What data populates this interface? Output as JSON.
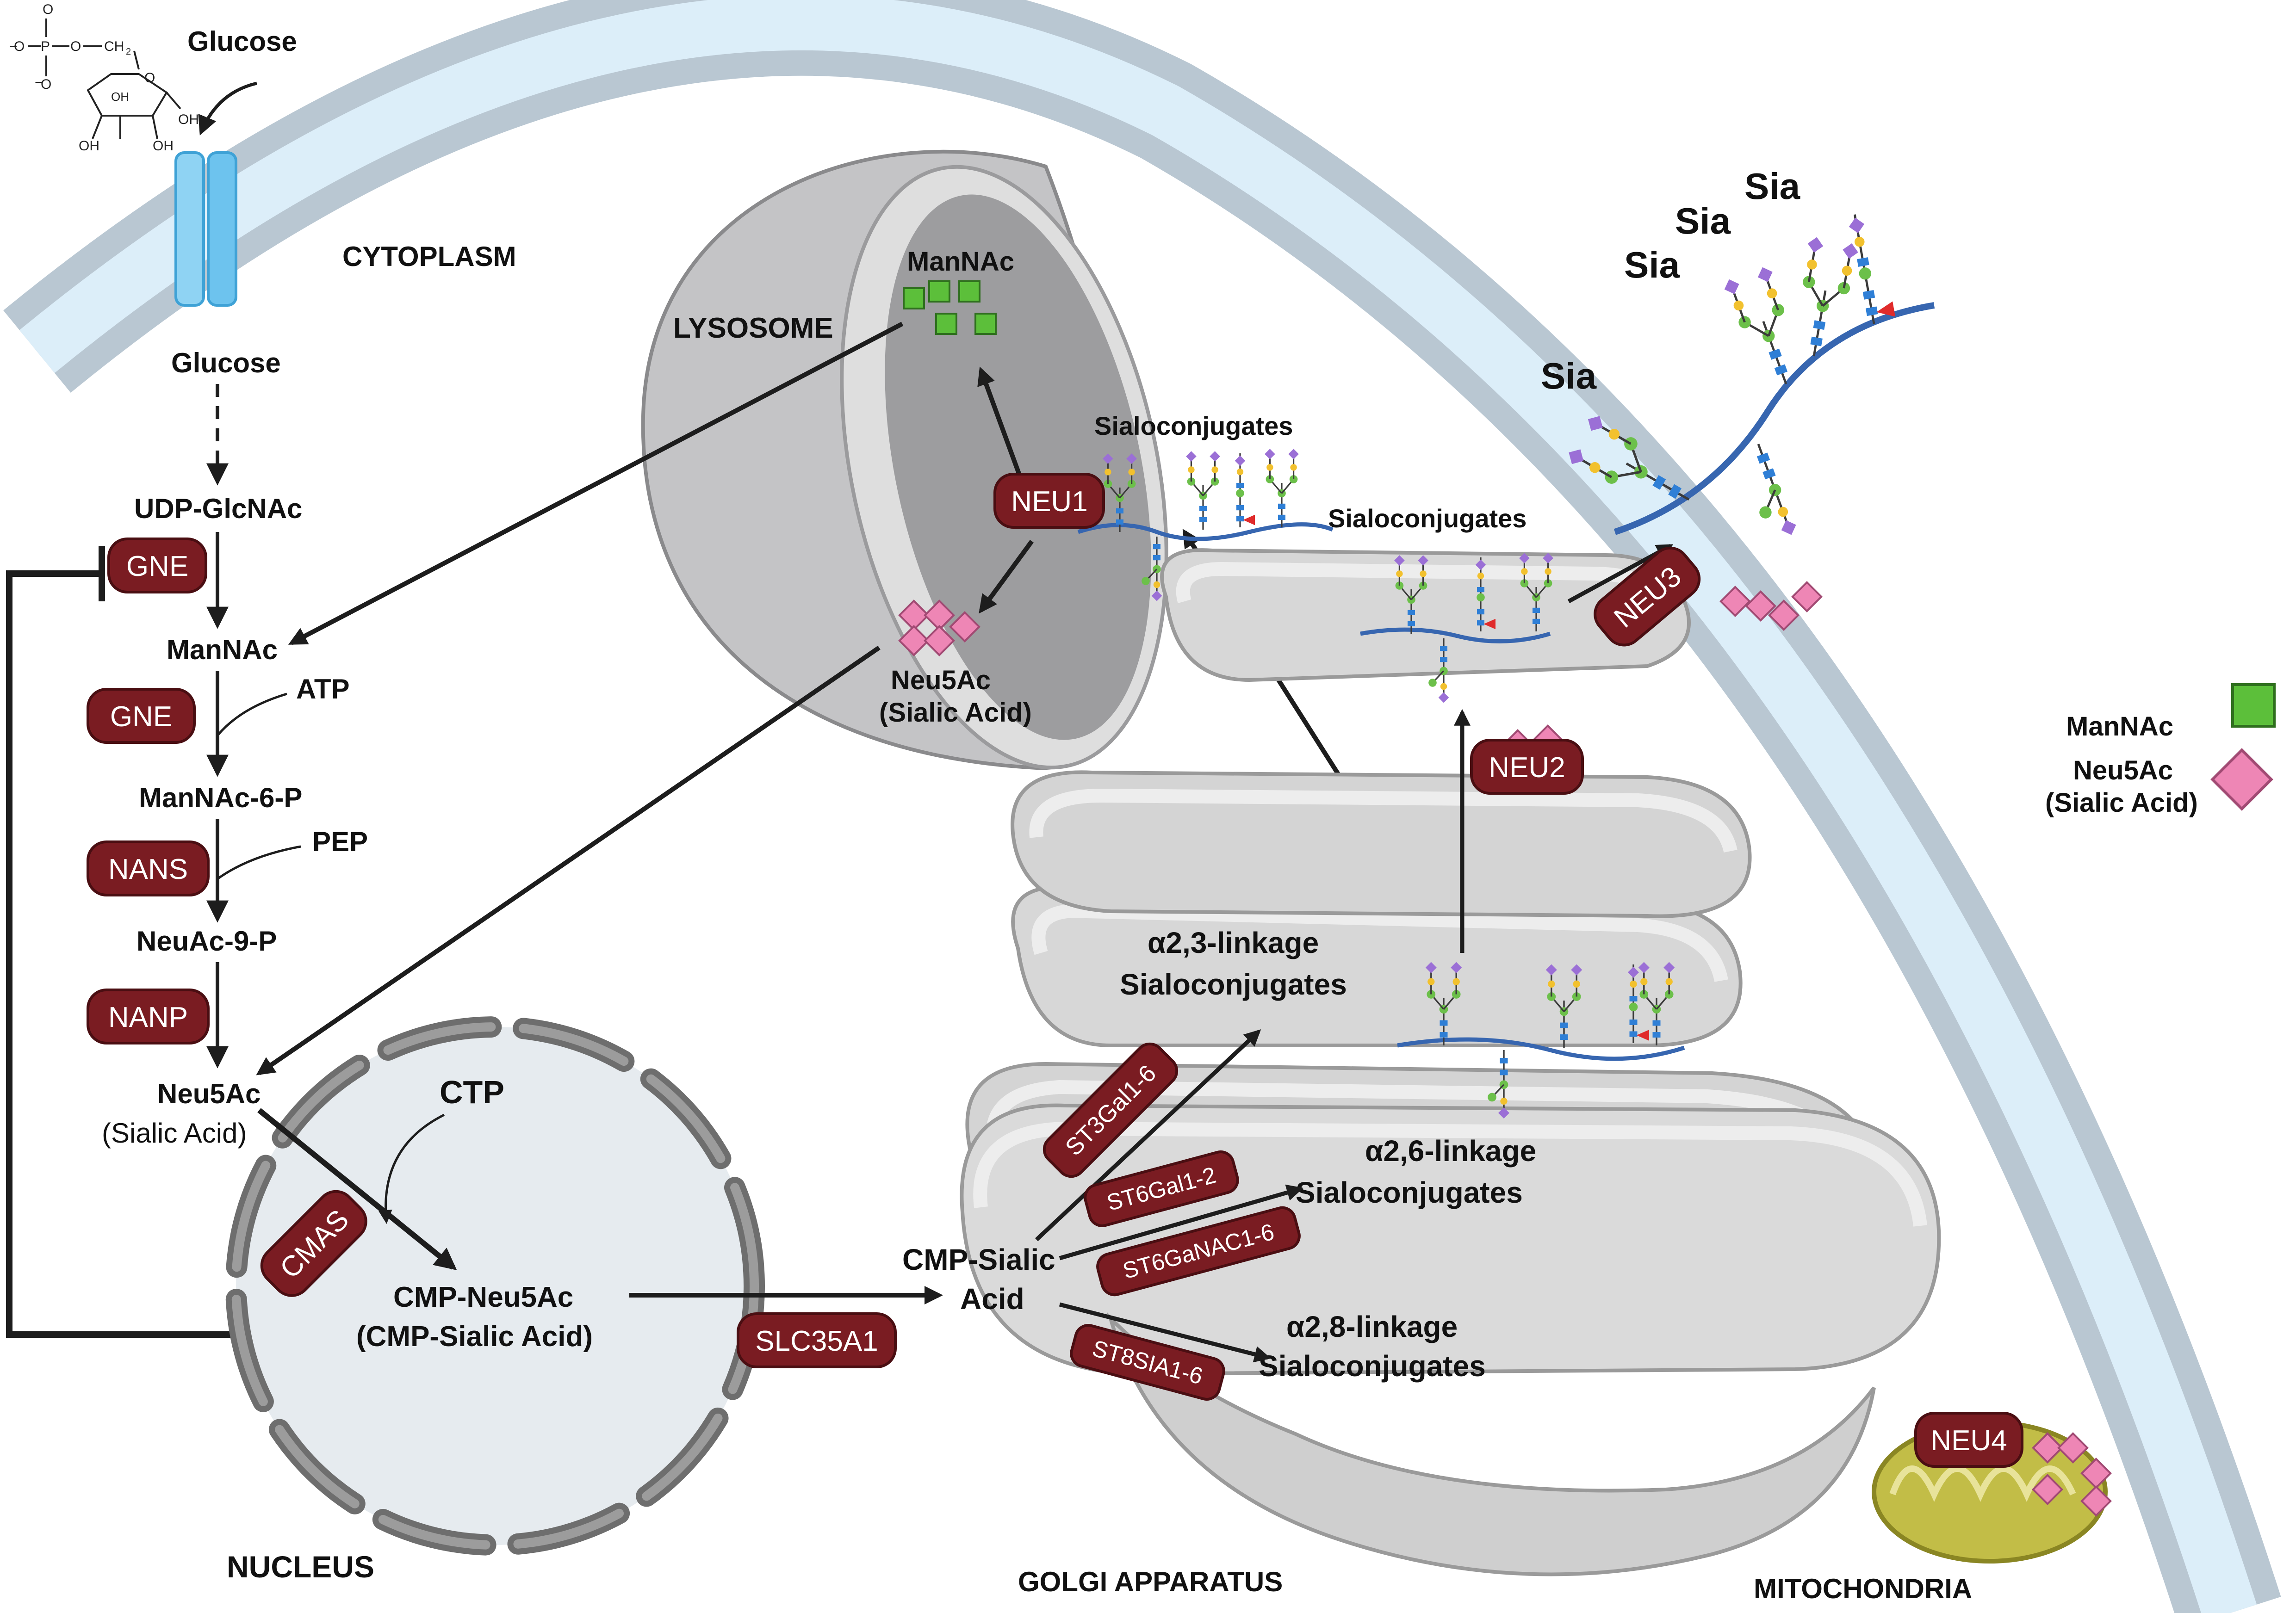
{
  "labels": {
    "glucose_top": "Glucose",
    "cytoplasm": "CYTOPLASM",
    "glucose_in": "Glucose",
    "udp_glcnac": "UDP-GlcNAc",
    "mannac": "ManNAc",
    "atp": "ATP",
    "mannac_6p": "ManNAc-6-P",
    "pep": "PEP",
    "neuac_9p": "NeuAc-9-P",
    "neu5ac": "Neu5Ac",
    "sialic_acid": "(Sialic Acid)",
    "ctp": "CTP",
    "cmp_neu5ac": "CMP-Neu5Ac",
    "cmp_sialic_paren": "(CMP-Sialic Acid)",
    "nucleus": "NUCLEUS",
    "lysosome": "LYSOSOME",
    "lyso_mannac": "ManNAc",
    "lyso_neu5ac": "Neu5Ac",
    "lyso_sialic": "(Sialic Acid)",
    "sialoconj_lyso": "Sialoconjugates",
    "sialoconj_golgi": "Sialoconjugates",
    "cmp_sialic_1": "CMP-Sialic",
    "cmp_sialic_2": "Acid",
    "a23_1": "α2,3-linkage",
    "a23_2": "Sialoconjugates",
    "a26_1": "α2,6-linkage",
    "a26_2": "Sialoconjugates",
    "a28_1": "α2,8-linkage",
    "a28_2": "Sialoconjugates",
    "golgi": "GOLGI APPARATUS",
    "mitochondria": "MITOCHONDRIA",
    "sia": "Sia",
    "legend_mannac": "ManNAc",
    "legend_neu5ac": "Neu5Ac",
    "legend_sialic": "(Sialic Acid)"
  },
  "phosphate_text": {
    "o_top": "O",
    "o_left": "O",
    "p": "P",
    "o_link": "O",
    "ch2": "CH",
    "sub2": "2",
    "o_bottom": "O",
    "o_ring": "O",
    "oh1": "OH",
    "oh2": "OH",
    "oh3": "OH",
    "oh4": "OH",
    "minus": "−"
  },
  "enzymes": {
    "gne1": "GNE",
    "gne2": "GNE",
    "nans": "NANS",
    "nanp": "NANP",
    "cmas": "CMAS",
    "slc35a1": "SLC35A1",
    "neu1": "NEU1",
    "neu2": "NEU2",
    "neu3": "NEU3",
    "neu4": "NEU4",
    "st3gal": "ST3Gal1-6",
    "st6gal": "ST6Gal1-2",
    "st6galnac": "ST6GaNAC1-6",
    "st8sia": "ST8SIA1-6"
  },
  "colors": {
    "enzyme_fill": "#7a1c22",
    "membrane_outer": "#b9c7d2",
    "membrane_inner": "#dceef9",
    "mannac_green": "#5cbf3a",
    "neu5ac_pink": "#ee86b5",
    "chain_blue": "#3766b0",
    "glcnac_blue": "#2f7fd6",
    "galactose_yellow": "#f2c12e",
    "mannose_green": "#6cc04a",
    "fucose_red": "#e02b2b",
    "sialic_purple": "#9b6fd6",
    "nucleus_fill": "#e6ebef",
    "nucleus_wall": "#6e6e6e",
    "golgi_fill": "#d9d9d9",
    "mito_fill": "#c2bd47"
  }
}
